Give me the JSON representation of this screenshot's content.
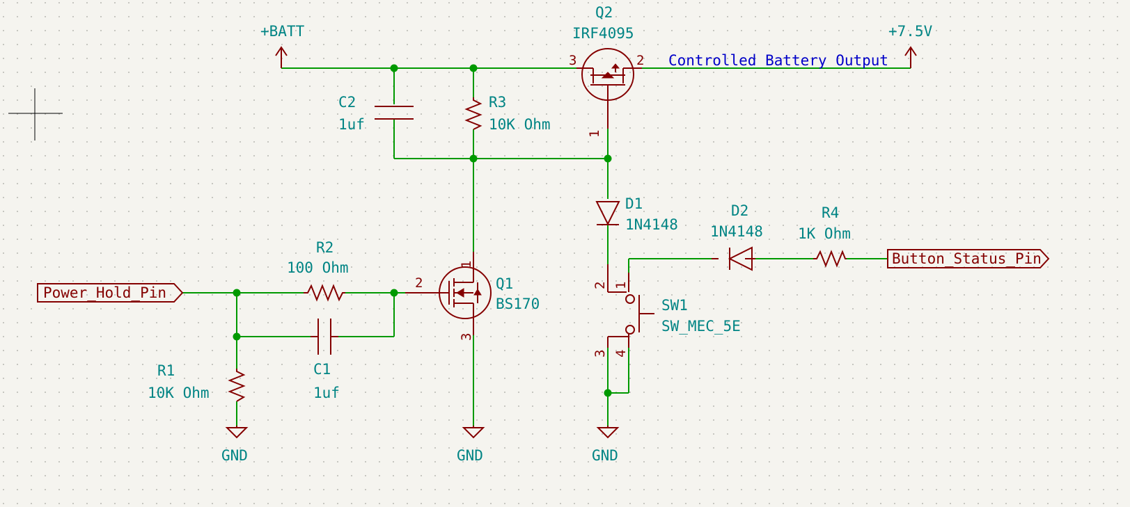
{
  "power": {
    "batt": "+BATT",
    "v75": "+7.5V",
    "gnd1": "GND",
    "gnd2": "GND",
    "gnd3": "GND"
  },
  "net_labels": {
    "controlled_output": "Controlled Battery Output"
  },
  "hier_labels": {
    "power_hold": "Power_Hold_Pin",
    "button_status": "Button_Status_Pin"
  },
  "components": {
    "q2": {
      "ref": "Q2",
      "value": "IRF4095",
      "pins": [
        "3",
        "2",
        "1"
      ]
    },
    "q1": {
      "ref": "Q1",
      "value": "BS170",
      "pins": [
        "1",
        "2",
        "3"
      ]
    },
    "c2": {
      "ref": "C2",
      "value": "1uf"
    },
    "r3": {
      "ref": "R3",
      "value": "10K Ohm"
    },
    "r2": {
      "ref": "R2",
      "value": "100 Ohm"
    },
    "r1": {
      "ref": "R1",
      "value": "10K Ohm"
    },
    "c1": {
      "ref": "C1",
      "value": "1uf"
    },
    "d1": {
      "ref": "D1",
      "value": "1N4148"
    },
    "d2": {
      "ref": "D2",
      "value": "1N4148"
    },
    "r4": {
      "ref": "R4",
      "value": "1K Ohm"
    },
    "sw1": {
      "ref": "SW1",
      "value": "SW_MEC_5E",
      "pins": [
        "2",
        "1",
        "3",
        "4"
      ]
    }
  },
  "colors": {
    "background": "#f5f4ef",
    "wire": "#009900",
    "component": "#840000",
    "reference_text": "#008484",
    "net_label_text": "#0000c8"
  }
}
